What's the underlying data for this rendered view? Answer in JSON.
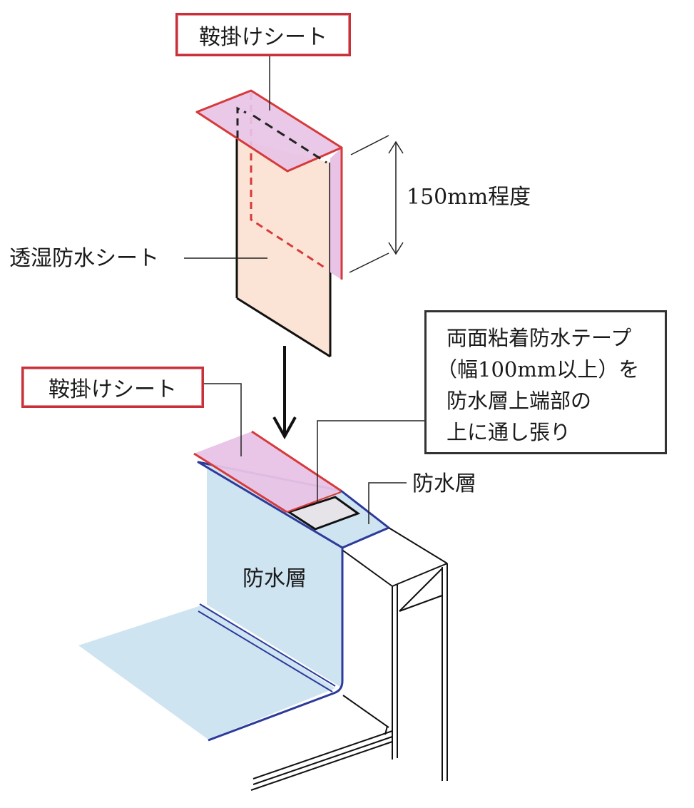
{
  "labels": {
    "saddle_sheet_top": "鞍掛けシート",
    "breathable_sheet": "透湿防水シート",
    "dimension": "150mm程度",
    "saddle_sheet_bottom": "鞍掛けシート",
    "note_lines": [
      "両面粘着防水テープ",
      "（幅100mm以上）を",
      "防水層上端部の",
      "上に通し張り"
    ],
    "waterproof_layer_top": "防水層",
    "waterproof_layer_wall": "防水層"
  },
  "colors": {
    "saddle_fill": "#e8c3e6",
    "saddle_edge": "#d63a3a",
    "breathable_fill": "#fbe4d5",
    "waterproof_fill": "#cfe4f1",
    "waterproof_edge": "#2c3a9a",
    "tape_fill": "#e6e4e8"
  }
}
